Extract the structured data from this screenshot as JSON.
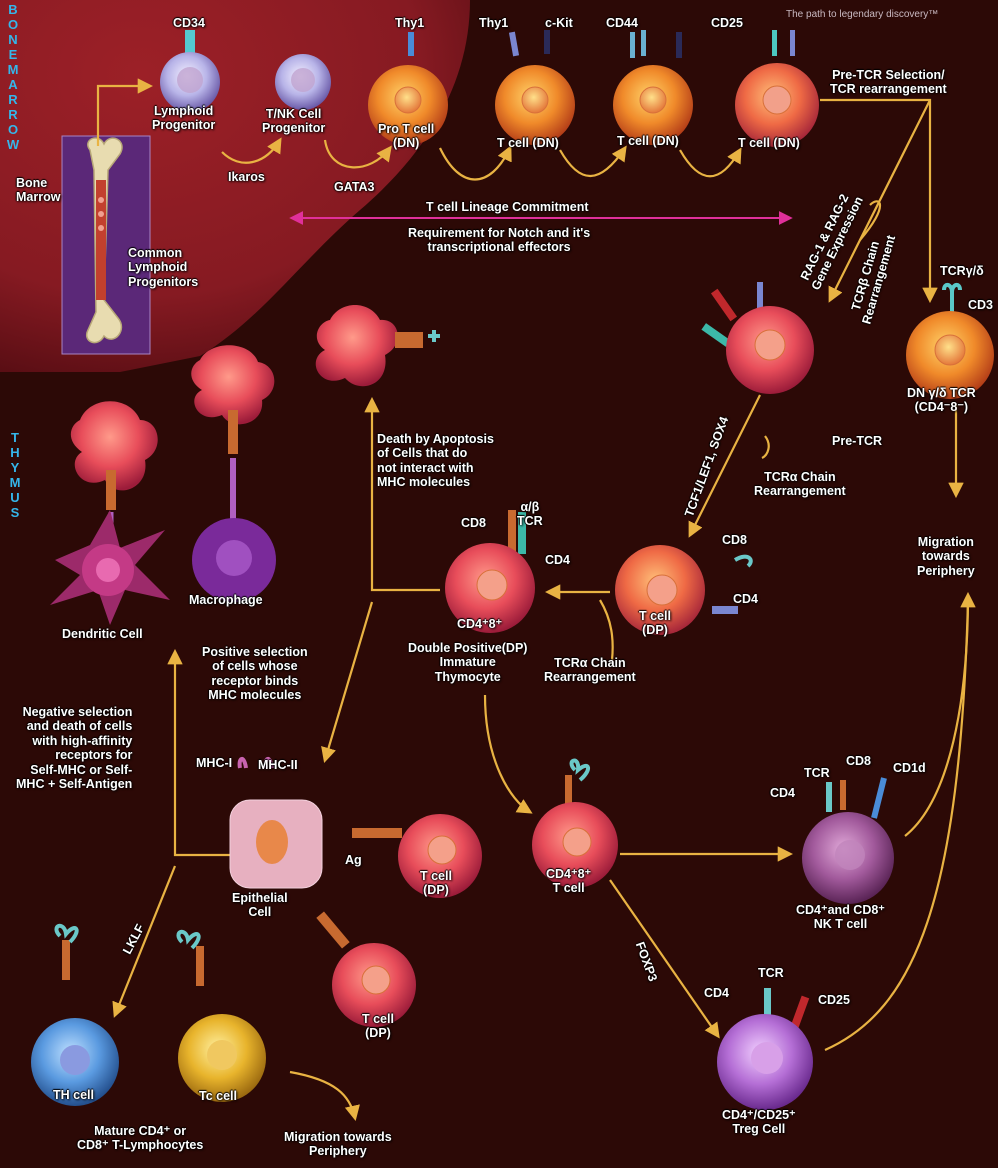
{
  "header": {
    "tagline": "The path to legendary discovery™",
    "bone_marrow_vertical": "BONE MARROW",
    "thymus_vertical": "THYMUS"
  },
  "colors": {
    "bone_marrow_region": "#8b1c22",
    "background": "#2c0906",
    "arrow": "#e9b343",
    "lineage_arrow": "#e0309a",
    "section_text": "#35b6ea",
    "tcell_orange": "#f0822c",
    "tcell_pink": "#e84d6a",
    "th_cell": "#4e8fd6",
    "tc_cell": "#e8b42c",
    "treg_cell": "#b56fd6",
    "nkt_cell": "#a25a9c",
    "epithelial_cell": "#e7b0c0"
  },
  "cells": {
    "lymphoid_progenitor": "Lymphoid\nProgenitor",
    "tnk_progenitor": "T/NK Cell\nProgenitor",
    "pro_t_cell": "Pro T cell\n(DN)",
    "t_cell_dn_1": "T cell (DN)",
    "t_cell_dn_2": "T cell (DN)",
    "t_cell_dn_3": "T cell (DN)",
    "dn_gd_tcr": "DN γ/δ TCR\n(CD4⁻8⁻)",
    "t_cell_dp": "T cell\n(DP)",
    "double_positive": "Double Positive(DP)\nImmature\nThymocyte",
    "dendritic_cell": "Dendritic Cell",
    "macrophage": "Macrophage",
    "epithelial_cell": "Epithelial\nCell",
    "t_cell_dp_2": "T cell\n(DP)",
    "t_cell_dp_3": "T cell\n(DP)",
    "cd48_t_cell": "CD4⁺8⁺\nT cell",
    "nk_t_cell": "CD4⁺and CD8⁺\nNK T cell",
    "treg_cell": "CD4⁺/CD25⁺\nTreg Cell",
    "th_cell": "TH cell",
    "tc_cell": "Tc cell",
    "dp_marker": "CD4⁺8⁺"
  },
  "markers": {
    "cd34": "CD34",
    "thy1_a": "Thy1",
    "thy1_b": "Thy1",
    "ckit": "c-Kit",
    "cd44": "CD44",
    "cd25_top": "CD25",
    "tcr_gd": "TCRγ/δ",
    "cd3": "CD3",
    "pre_tcr": "Pre-TCR",
    "cd8_dp": "CD8",
    "ab_tcr": "α/β\nTCR",
    "cd4_dp": "CD4",
    "cd8_dp2": "CD8",
    "cd4_dp2": "CD4",
    "mhc_i": "MHC-I",
    "mhc_ii": "MHC-II",
    "ag": "Ag",
    "tcr_nkt": "TCR",
    "cd8_nkt": "CD8",
    "cd1d": "CD1d",
    "cd4_nkt": "CD4",
    "cd4_treg": "CD4",
    "tcr_treg": "TCR",
    "cd25_treg": "CD25"
  },
  "labels": {
    "bone_marrow": "Bone\nMarrow",
    "common_lymphoid": "Common\nLymphoid\nProgenitors",
    "ikaros": "Ikaros",
    "gata3": "GATA3",
    "pre_tcr_selection": "Pre-TCR Selection/\nTCR rearrangement",
    "lineage_commitment": "T cell Lineage Commitment",
    "notch_requirement": "Requirement for Notch and it's\ntranscriptional effectors",
    "rag_expression": "RAG-1 & RAG-2\nGene Expression",
    "tcrb_rearrangement": "TCRβ Chain\nRearrangement",
    "tcf1": "TCF1/LEF1, SOX4",
    "tcra_rearr_1": "TCRα Chain\nRearrangement",
    "tcra_rearr_2": "TCRα Chain\nRearrangement",
    "migration_periphery_1": "Migration\ntowards\nPeriphery",
    "death_apoptosis": "Death by Apoptosis\nof Cells that do\nnot interact with\nMHC molecules",
    "positive_selection": "Positive selection\nof cells whose\nreceptor binds\nMHC molecules",
    "negative_selection": "Negative selection\nand death of cells\nwith high-affinity\nreceptors for\nSelf-MHC or Self-\nMHC + Self-Antigen",
    "lklf": "LKLF",
    "foxp3": "FOXP3",
    "mature": "Mature CD4⁺ or\nCD8⁺ T-Lymphocytes",
    "migration_periphery_2": "Migration towards\nPeriphery"
  }
}
